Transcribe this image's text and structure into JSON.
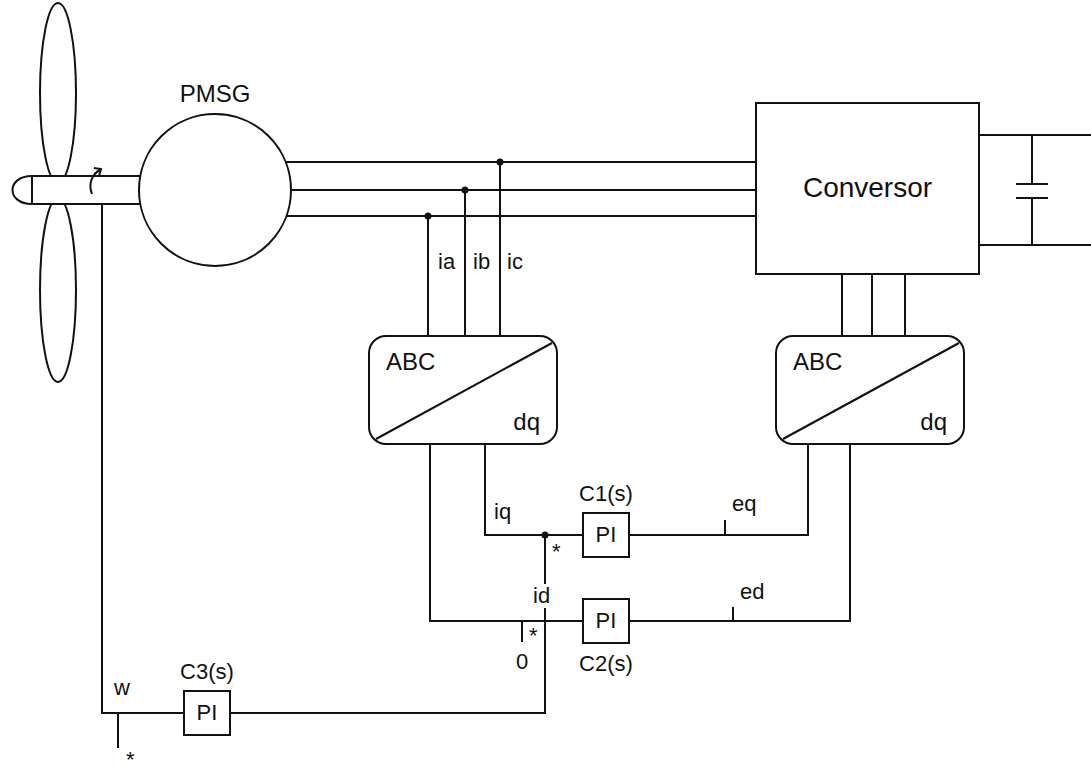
{
  "diagram": {
    "nodes": [
      {
        "text": [
          "PMSG"
        ]
      },
      {
        "text": [
          "Conversor"
        ]
      },
      {
        "text": [
          "ABC",
          "dq"
        ]
      },
      {
        "text": [
          "ABC",
          "dq"
        ]
      },
      {
        "text": [
          "C1(s)",
          "PI"
        ]
      },
      {
        "text": [
          "PI",
          "C2(s)"
        ]
      },
      {
        "text": [
          "C3(s)",
          "PI"
        ]
      }
    ],
    "edges": [
      {
        "from": 0,
        "to": 1,
        "arrow": "none"
      },
      {
        "from": 0,
        "to": 1,
        "arrow": "none"
      },
      {
        "from": 0,
        "to": 1,
        "arrow": "none"
      },
      {
        "from": 1,
        "to": 3,
        "arrow": "none"
      },
      {
        "from": 1,
        "to": 3,
        "arrow": "none"
      },
      {
        "from": 1,
        "to": 3,
        "arrow": "none"
      },
      {
        "from": 2,
        "to": 4,
        "arrow": "none"
      },
      {
        "from": 2,
        "to": 5,
        "arrow": "none"
      },
      {
        "from": 4,
        "to": 3,
        "arrow": "none"
      },
      {
        "from": 5,
        "to": 3,
        "arrow": "none"
      },
      {
        "from": 6,
        "to": 4,
        "arrow": "none"
      }
    ],
    "labels": [
      "ia",
      "ib",
      "ic",
      "iq",
      "eq",
      "id",
      "ed",
      "*",
      "*",
      "0",
      "w",
      "*"
    ]
  }
}
